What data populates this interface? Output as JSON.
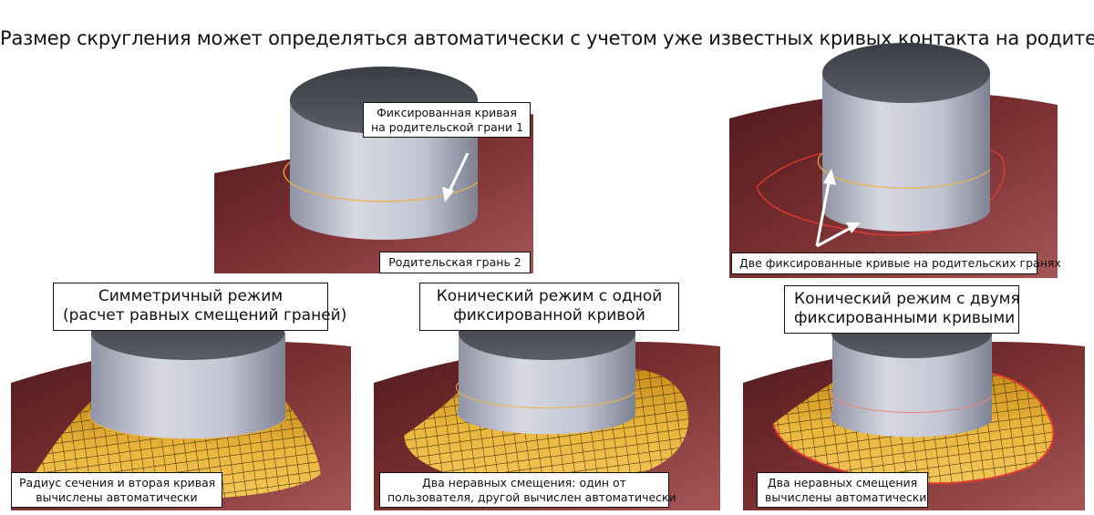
{
  "title": "Размер скругления может определяться автоматически с учетом уже известных кривых контакта на родителе",
  "labels": {
    "fixed_curve_line1": "Фиксированная кривая",
    "fixed_curve_line2": "на родительской грани 1",
    "parent_face_2": "Родительская грань 2",
    "two_fixed_curves": "Две фиксированные кривые на родительских гранях"
  },
  "modes": [
    {
      "title_line1": "Симметричный режим",
      "title_line2": "(расчет равных смещений граней)",
      "note_line1": "Радиус сечения и вторая кривая",
      "note_line2": "вычислены автоматически"
    },
    {
      "title_line1": "Конический режим с одной",
      "title_line2": "фиксированной кривой",
      "note_line1": "Два неравных смещения: один от",
      "note_line2": "пользователя, другой вычислен автоматически"
    },
    {
      "title_line1": "Конический режим с двумя",
      "title_line2": "фиксированными кривыми",
      "note_line1": "Два неравных смещения",
      "note_line2": "вычислены автоматически"
    }
  ],
  "colors": {
    "face": "#8a3a3a",
    "cylinder": "#c5c7d6",
    "top": "#4b4d55",
    "fillet": "#e7b33a",
    "curve": "#e53b2e"
  }
}
